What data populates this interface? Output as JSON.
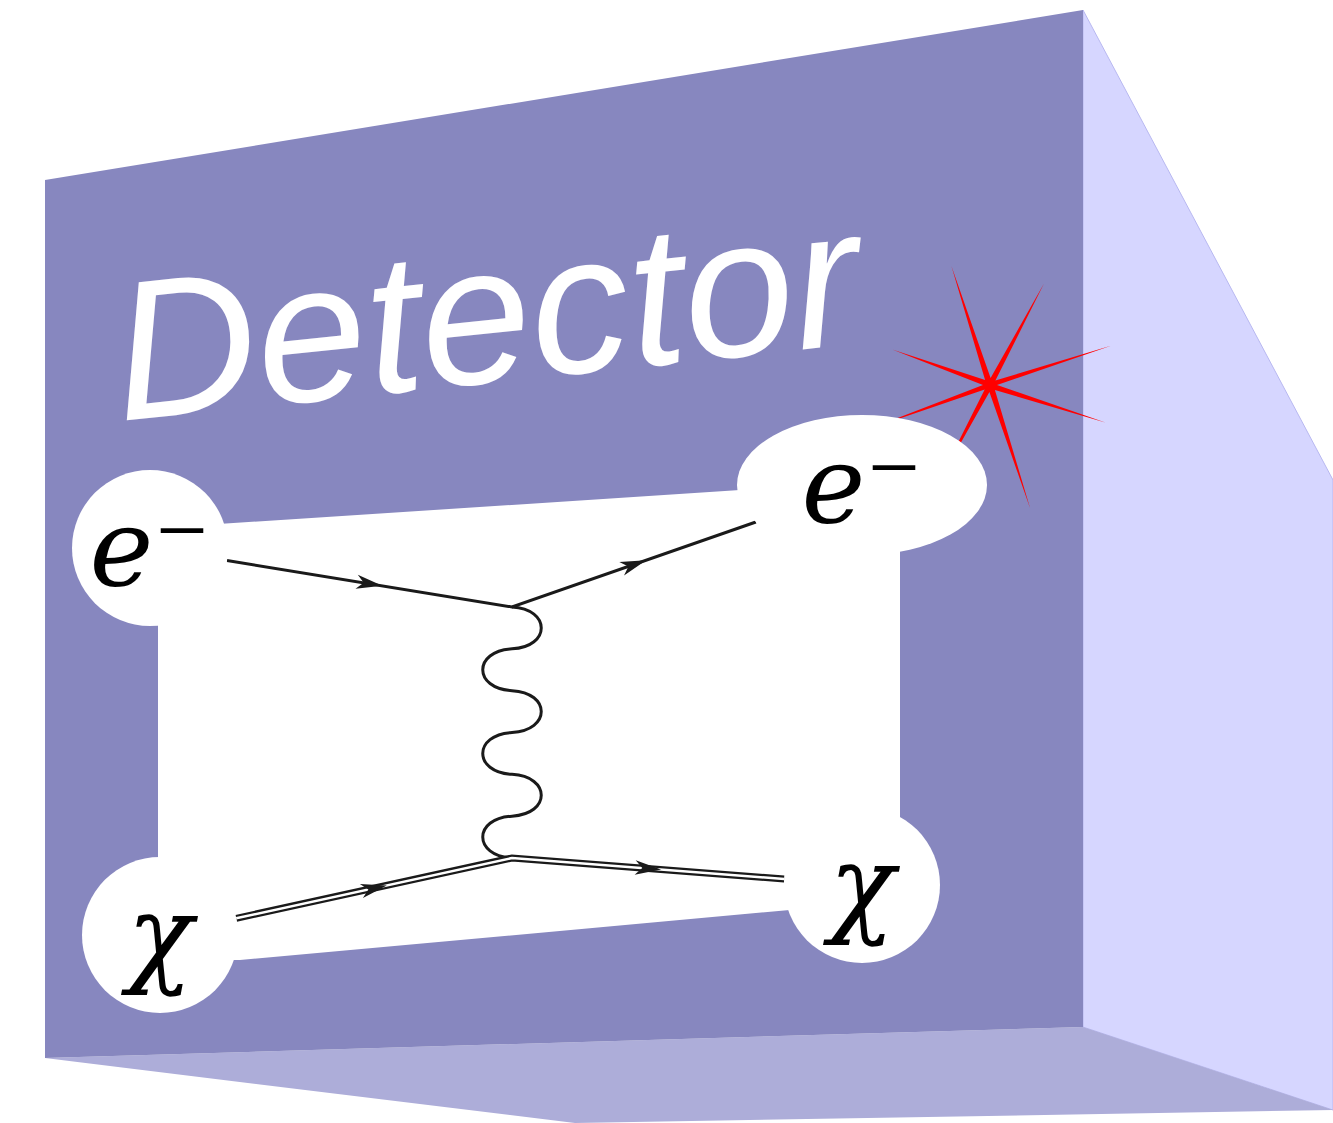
{
  "diagram": {
    "nodes": [
      {
        "text": [
          "e⁻"
        ]
      },
      {
        "text": [
          "e⁻"
        ]
      },
      {
        "text": [
          "χ"
        ]
      },
      {
        "text": [
          "χ"
        ]
      }
    ],
    "edges": [
      {
        "from": 0,
        "to": 1,
        "arrow": "to"
      },
      {
        "from": 2,
        "to": 3,
        "arrow": "to"
      }
    ],
    "labels": [
      "Detector"
    ]
  }
}
